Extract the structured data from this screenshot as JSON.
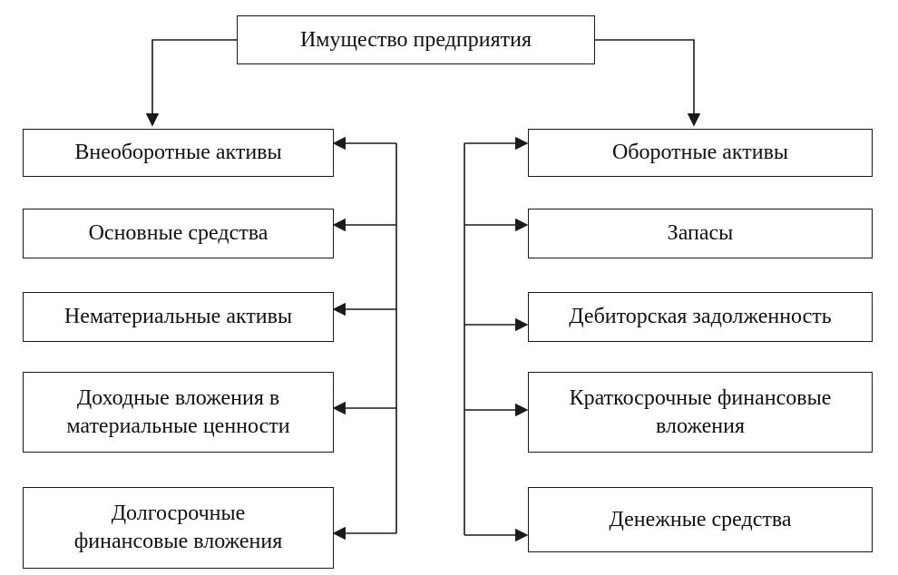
{
  "root": {
    "label": "Имущество предприятия"
  },
  "left": {
    "header": "Внеоборотные активы",
    "items": [
      "Основные средства",
      "Нематериальные активы",
      "Доходные вложения в\nматериальные ценности",
      "Долгосрочные\nфинансовые вложения"
    ]
  },
  "right": {
    "header": "Оборотные активы",
    "items": [
      "Запасы",
      "Дебиторская задолженность",
      "Краткосрочные финансовые\nвложения",
      "Денежные средства"
    ]
  }
}
